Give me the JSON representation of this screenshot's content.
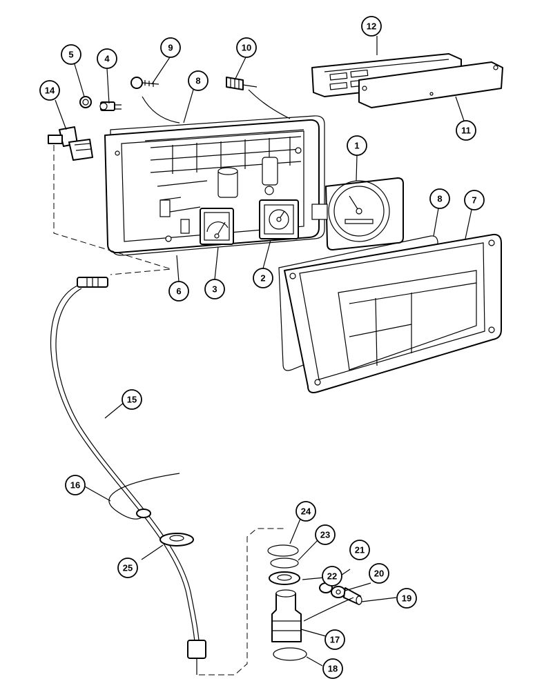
{
  "diagram": {
    "callouts": [
      {
        "id": "c1",
        "label": "1"
      },
      {
        "id": "c2",
        "label": "2"
      },
      {
        "id": "c3",
        "label": "3"
      },
      {
        "id": "c4",
        "label": "4"
      },
      {
        "id": "c5",
        "label": "5"
      },
      {
        "id": "c6",
        "label": "6"
      },
      {
        "id": "c7",
        "label": "7"
      },
      {
        "id": "c8a",
        "label": "8"
      },
      {
        "id": "c8b",
        "label": "8"
      },
      {
        "id": "c9",
        "label": "9"
      },
      {
        "id": "c10",
        "label": "10"
      },
      {
        "id": "c11",
        "label": "11"
      },
      {
        "id": "c12",
        "label": "12"
      },
      {
        "id": "c14",
        "label": "14"
      },
      {
        "id": "c15",
        "label": "15"
      },
      {
        "id": "c16",
        "label": "16"
      },
      {
        "id": "c17",
        "label": "17"
      },
      {
        "id": "c18",
        "label": "18"
      },
      {
        "id": "c19",
        "label": "19"
      },
      {
        "id": "c20",
        "label": "20"
      },
      {
        "id": "c21",
        "label": "21"
      },
      {
        "id": "c22",
        "label": "22"
      },
      {
        "id": "c23",
        "label": "23"
      },
      {
        "id": "c24",
        "label": "24"
      },
      {
        "id": "c25",
        "label": "25"
      }
    ]
  }
}
